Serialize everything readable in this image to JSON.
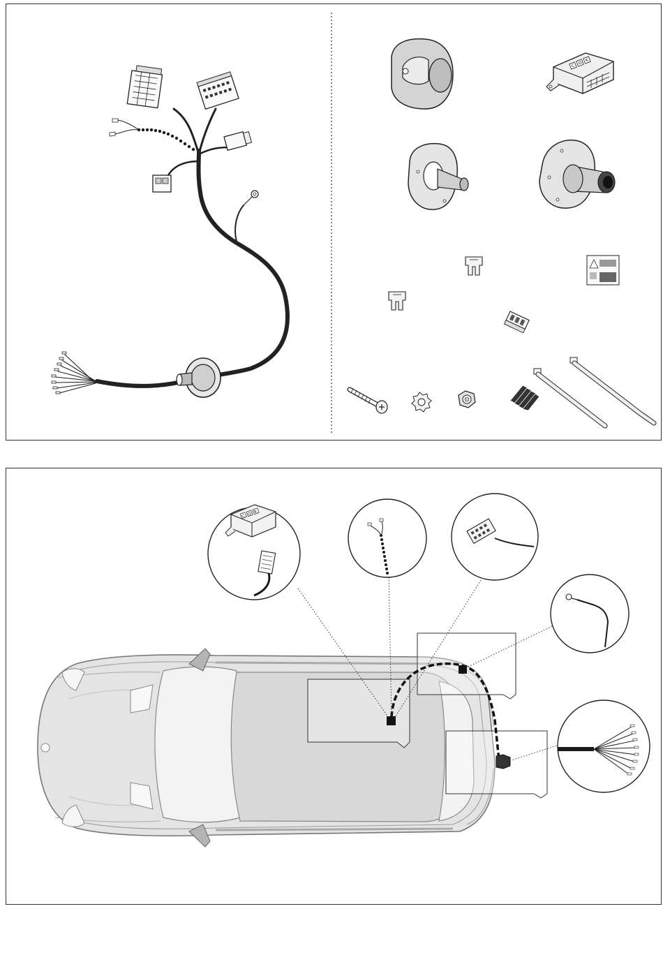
{
  "colors": {
    "ink": "#222222",
    "wire": "#1a1a1a",
    "grey_fill": "#d9d9d9",
    "light_grey": "#eeeeee",
    "car_body": "#e6e6e6",
    "background": "#ffffff"
  },
  "module_badges": [
    "C",
    "O",
    "K"
  ],
  "icons": [
    "wiring-harness-icon",
    "trailer-socket-icon",
    "control-module-icon",
    "socket-gasket-plate-icon",
    "rubber-grommet-plate-icon",
    "fuse-icon",
    "warning-sticker-icon",
    "wire-connector-icon",
    "screw-icon",
    "lock-washer-icon",
    "nut-icon",
    "adhesive-pads-icon",
    "cable-tie-icon",
    "car-top-view-icon",
    "ground-ring-terminal-icon",
    "wire-ends-icon"
  ]
}
